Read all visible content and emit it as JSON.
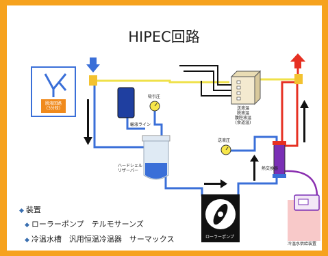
{
  "title": "HIPEC回路",
  "labels": {
    "drain_circuit_line1": "脱液回路",
    "drain_circuit_line2": "(3分枝)",
    "suction_pressure": "吸引圧",
    "infusion_line": "輸液ライン",
    "hardshell_line1": "ハードシェル",
    "hardshell_line2": "リザーバー",
    "infusion_pressure": "送液圧",
    "heat_exchanger": "熱交換器",
    "roller_pump": "ローラーポンプ",
    "cooling_unit": "冷温水供給装置",
    "temp_panel_line1": "送液温",
    "temp_panel_line2": "脱液温",
    "temp_panel_line3": "腹腔液温",
    "temp_panel_line4": "(食道温)"
  },
  "legend": {
    "heading": "装置",
    "items": [
      "ローラーポンプ　テルモサーンズ",
      "冷温水槽　汎用恒温冷温器　サーマックス"
    ]
  },
  "colors": {
    "frame": "#f6a21e",
    "blue_line": "#3a6fd8",
    "red_line": "#e63022",
    "yellow_line": "#efe14a",
    "drain_box": "#f08a1c",
    "purple_line": "#8a2fb0"
  }
}
